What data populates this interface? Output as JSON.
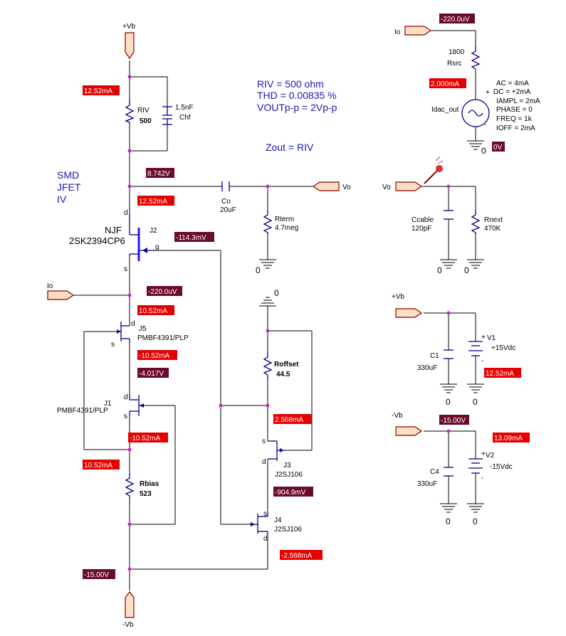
{
  "notes": {
    "riv": "RIV = 500 ohm",
    "thd": "THD = 0.00835 %",
    "vout": "VOUTp-p = 2Vp-p",
    "zout": "Zout = RIV",
    "smd": "SMD",
    "jfet": "JFET",
    "iv": "IV"
  },
  "ports": {
    "vb_top": "+Vb",
    "vb_bottom": "-Vb",
    "io_left": "Io",
    "io_right": "Io",
    "vo_out": "Vo",
    "vo_in": "Vo",
    "vb_pos": "+Vb",
    "vb_neg": "-Vb"
  },
  "components": {
    "riv": {
      "name": "RIV",
      "value": "500"
    },
    "chf": {
      "name": "Chf",
      "value": "1.5nF"
    },
    "co": {
      "name": "Co",
      "value": "20uF"
    },
    "rterm": {
      "name": "Rterm",
      "value": "4.7meg"
    },
    "j2": {
      "name": "J2",
      "part": "2SK2394CP6",
      "maker": "NJF"
    },
    "j5": {
      "name": "J5",
      "part": "PMBF4391/PLP"
    },
    "j1": {
      "name": "J1",
      "part": "PMBF4391/PLP"
    },
    "rbias": {
      "name": "Rbias",
      "value": "523"
    },
    "roffset": {
      "name": "Roffset",
      "value": "44.5"
    },
    "j3": {
      "name": "J3",
      "part": "J2SJ106"
    },
    "j4": {
      "name": "J4",
      "part": "J2SJ106"
    },
    "rsrc": {
      "name": "Rsrc",
      "value": "1800"
    },
    "idac": {
      "name": "Idac_out"
    },
    "ccable": {
      "name": "Ccable",
      "value": "120pF"
    },
    "rnext": {
      "name": "Rnext",
      "value": "470K"
    },
    "c1": {
      "name": "C1",
      "value": "330uF"
    },
    "v1": {
      "name": "V1",
      "value": "+15Vdc"
    },
    "c4": {
      "name": "C4",
      "value": "330uF"
    },
    "v2": {
      "name": "V2",
      "value": "-15Vdc"
    }
  },
  "source_params": [
    "AC = 4mA",
    "DC = +2mA",
    "IAMPL = 2mA",
    "PHASE = 0",
    "FREQ = 1k",
    "IOFF = 2mA"
  ],
  "pins": {
    "d": "d",
    "s": "s",
    "g": "g",
    "plus": "+",
    "minus": "-"
  },
  "ground": "0",
  "probes": {
    "i_riv": "12.52mA",
    "v_drain": "8.742V",
    "i_drain": "12.52mA",
    "v_gate": "-114.3mV",
    "v_io": "-220.0uV",
    "i_j5d": "10.52mA",
    "i_j5s": "-10.52mA",
    "v_j5s": "-4.017V",
    "i_j1s": "-10.52mA",
    "i_rbias": "10.52mA",
    "i_j3s": "2.568mA",
    "v_j3d": "-904.9mV",
    "i_j4d": "-2.568mA",
    "v_neg": "-15.00V",
    "v_io_top": "-220.0uV",
    "i_rsrc": "2.000mA",
    "v_zero": "0V",
    "i_v1": "12.52mA",
    "v_neg2": "-15.00V",
    "i_v2": "13.09mA"
  },
  "colors": {
    "current_probe": "#e60000",
    "voltage_probe": "#6b0a2a",
    "port_fill": "#fde0c4"
  }
}
